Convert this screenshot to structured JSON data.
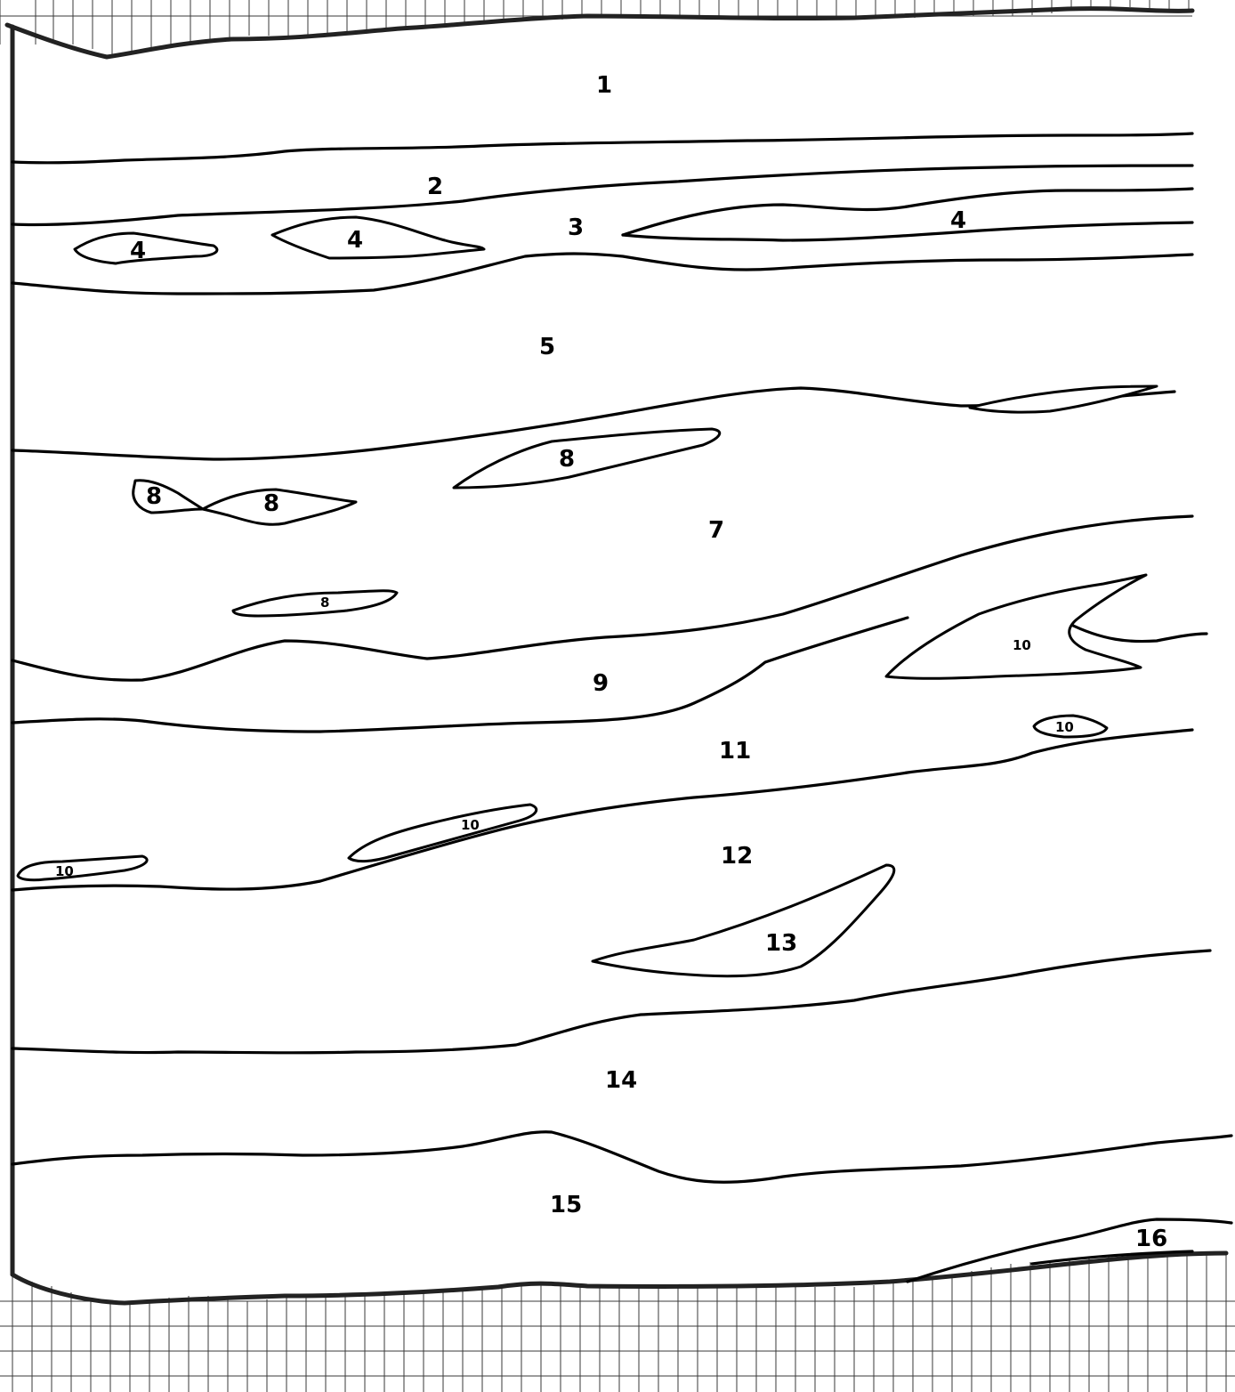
{
  "diagram": {
    "labels": {
      "l1": "1",
      "l2": "2",
      "l3": "3",
      "l4a": "4",
      "l4b": "4",
      "l4c": "4",
      "l5": "5",
      "l7": "7",
      "l8a": "8",
      "l8b": "8",
      "l8c": "8",
      "l8d": "8",
      "l9": "9",
      "l10a": "10",
      "l10b": "10",
      "l10c": "10",
      "l10d": "10",
      "l11": "11",
      "l12": "12",
      "l13": "13",
      "l14": "14",
      "l15": "15",
      "l16": "16"
    }
  }
}
